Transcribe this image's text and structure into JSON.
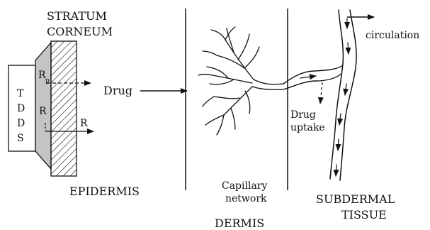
{
  "labels": {
    "stratum_line1": "STRATUM",
    "stratum_line2": "CORNEUM",
    "tdds": [
      "T",
      "D",
      "D",
      "S"
    ],
    "r_top": "R",
    "r_top_sub": "p",
    "r_mid": "R",
    "r_right": "R",
    "drug": "Drug",
    "epidermis": "EPIDERMIS",
    "capillary_line1": "Capillary",
    "capillary_line2": "network",
    "dermis": "DERMIS",
    "drug_uptake_line1": "Drug",
    "drug_uptake_line2": "uptake",
    "circulation": "circulation",
    "subdermal_line1": "SUBDERMAL",
    "subdermal_line2": "TISSUE"
  }
}
